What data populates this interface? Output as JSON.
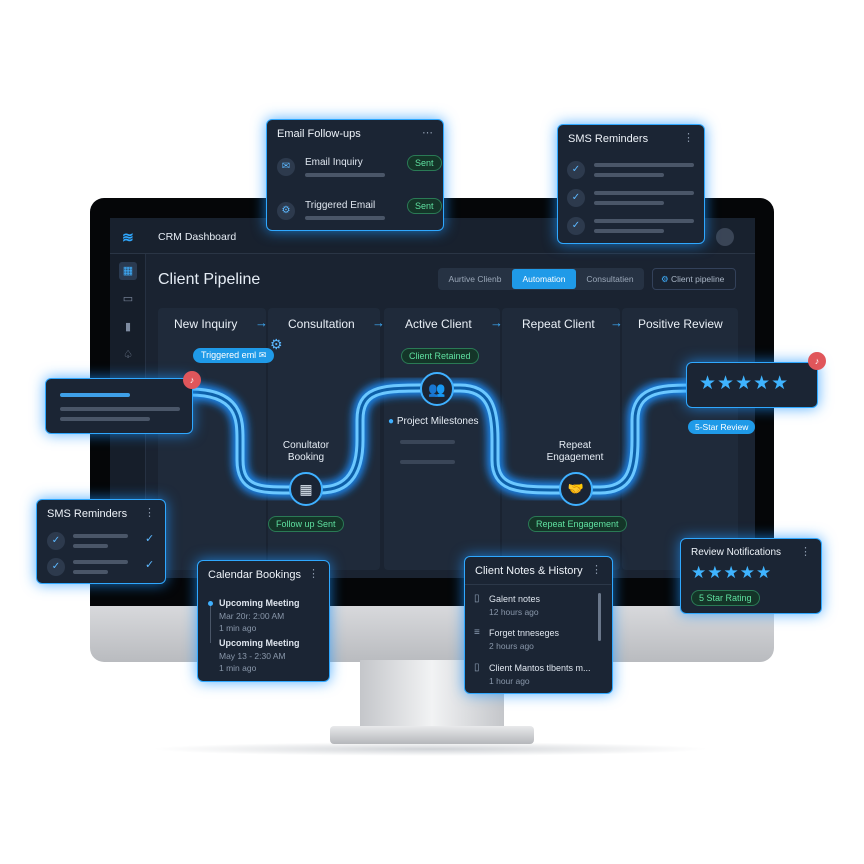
{
  "app": {
    "title": "CRM Dashboard",
    "page_title": "Client Pipeline"
  },
  "tabs": [
    {
      "label": "Aurtive Clienb"
    },
    {
      "label": "Automation",
      "active": true
    },
    {
      "label": "Consultatien"
    }
  ],
  "pipeline_button": "Client pipeline",
  "stages": [
    "New Inquiry",
    "Consultation",
    "Active Client",
    "Repeat Client",
    "Positive Review"
  ],
  "flow": {
    "triggered_label": "Triggered eml",
    "client_retained": "Client Retained",
    "consultation_node": "Conultator Booking",
    "milestones": "Project Milestones",
    "repeat_node": "Repeat Engagement",
    "follow_up": "Follow up Sent",
    "repeat_pill": "Repeat Engagement",
    "review_pill": "5-Star Review"
  },
  "email_card": {
    "title": "Email Follow-ups",
    "items": [
      {
        "label": "Email Inquiry",
        "status": "Sent"
      },
      {
        "label": "Triggered Email",
        "status": "Sent"
      }
    ]
  },
  "sms_card_top": {
    "title": "SMS Reminders"
  },
  "sms_card_left": {
    "title": "SMS Reminders"
  },
  "calendar_card": {
    "title": "Calendar Bookings",
    "items": [
      {
        "title": "Upcoming Meeting",
        "date": "Mar 20r: 2:00 AM",
        "ago": "1 min ago"
      },
      {
        "title": "Upcoming Meeting",
        "date": "May 13 - 2:30 AM",
        "ago": "1 min ago"
      }
    ]
  },
  "notes_card": {
    "title": "Client Notes & History",
    "items": [
      {
        "title": "Galent notes",
        "ago": "12 hours ago"
      },
      {
        "title": "Forget tnneseges",
        "ago": "2 hours ago"
      },
      {
        "title": "Client Mantos tlbents m...",
        "ago": "1 hour ago"
      }
    ]
  },
  "review_card": {
    "title": "Review Notifications",
    "rating_pill": "5 Star Rating",
    "stars": 5
  },
  "review_top": {
    "stars": 5
  },
  "colors": {
    "accent": "#2fa8ff",
    "success": "#5fe0a0",
    "panel": "#1b2534"
  }
}
